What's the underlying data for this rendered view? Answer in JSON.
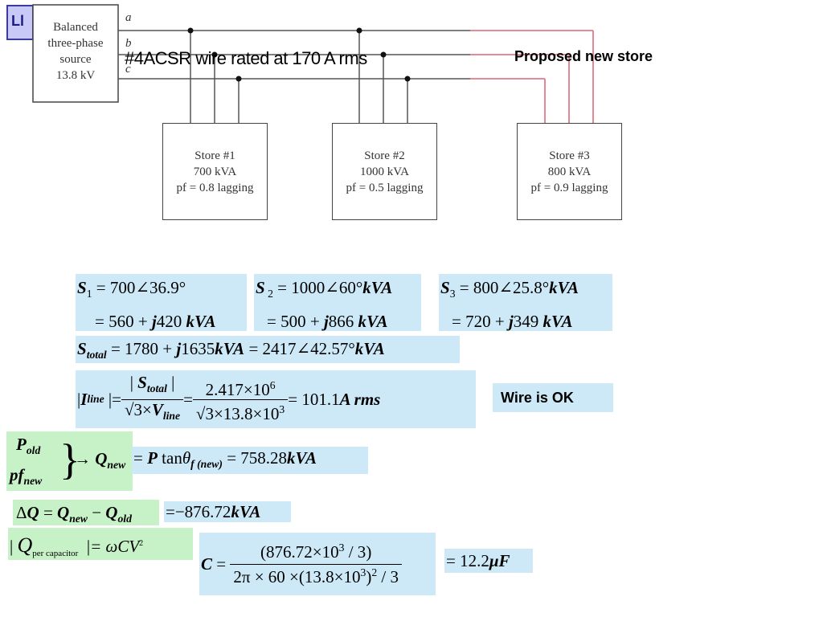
{
  "slide_tab": "Ll",
  "source": {
    "line1": "Balanced",
    "line2": "three-phase",
    "line3": "source",
    "line4": "13.8 kV"
  },
  "phases": [
    "a",
    "b",
    "c"
  ],
  "wire_label": "#4ACSR wire rated at 170 A rms",
  "proposed_label": "Proposed new store",
  "stores": [
    {
      "name": "Store #1",
      "rating": "700 kVA",
      "pf": "pf = 0.8 lagging"
    },
    {
      "name": "Store #2",
      "rating": "1000 kVA",
      "pf": "pf = 0.5 lagging"
    },
    {
      "name": "Store #3",
      "rating": "800 kVA",
      "pf": "pf = 0.9 lagging"
    }
  ],
  "eq": {
    "s1a": "700∠36.9°",
    "s1b": "560 + ",
    "s1c": "420",
    "s1unit": "kVA",
    "s2a": "1000∠60°",
    "s2b": "500 + ",
    "s2c": "866",
    "s3a": "800∠25.8°",
    "s3b": "720 + ",
    "s3c": "349",
    "stot_a": "1780 + ",
    "stot_b": "1635",
    "stot_c": " = 2417∠42.57°",
    "i_num2": "2.417×10",
    "i_exp6": "6",
    "i_den2": "√3×13.8×10",
    "i_exp3": "3",
    "i_result": "101.1",
    "i_unit": "A rms",
    "q_result": "758.28",
    "dq_result": "−876.72",
    "c_num": "876.72×10",
    "c_num_tail": "/ 3",
    "c_den_a": "2π × 60 ×",
    "c_den_b": "13.8×10",
    "c_den_tail": "/ 3",
    "c_result": "12.2",
    "c_unit": "μF",
    "per_cap": "per capacitor",
    "cv": "= ωCV"
  },
  "wire_ok": "Wire is OK",
  "colors": {
    "blue_box": "#cde9f7",
    "green_box": "#c7f2c7",
    "new_line": "#e07a8a",
    "tab_bg": "#c9c9f7"
  }
}
